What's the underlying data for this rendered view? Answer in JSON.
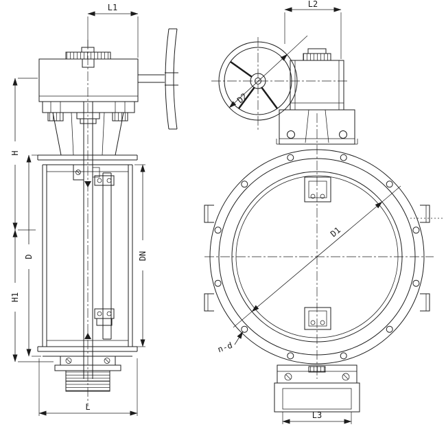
{
  "dimensions": {
    "L1": "L1",
    "L2": "L2",
    "L3": "L3",
    "H": "H",
    "H1": "H1",
    "D": "D",
    "DN": "DN",
    "D1": "D1",
    "D2": "D2",
    "n_d": "n-d",
    "L": "L"
  },
  "colors": {
    "line": "#1c1c1c",
    "background": "#ffffff"
  }
}
